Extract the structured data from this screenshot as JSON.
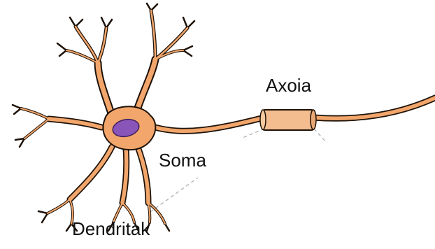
{
  "labels": {
    "axon": "Axoia",
    "soma": "Soma",
    "dendrites": "Dendritak"
  },
  "colors": {
    "cell_fill": "#F2A66B",
    "outline": "#1E1208",
    "nucleus": "#8A55B8",
    "myelin": "#F4BD8F",
    "pointer": "#B0B0B0"
  }
}
